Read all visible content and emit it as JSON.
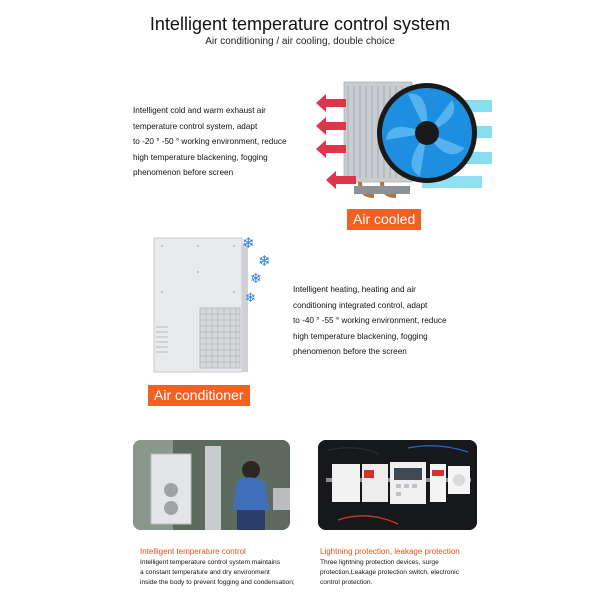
{
  "header": {
    "title": "Intelligent temperature control system",
    "subtitle": "Air conditioning / air cooling, double choice"
  },
  "feature_air_cooled": {
    "lines": [
      "Intelligent cold and warm exhaust air",
      "temperature control system, adapt",
      "to -20 ° -50 ° working environment, reduce",
      "high temperature blackening, fogging",
      "phenomenon before screen"
    ],
    "tag": "Air cooled"
  },
  "feature_air_conditioner": {
    "lines": [
      "Intelligent heating, heating and air",
      "conditioning integrated control, adapt",
      "to -40 ° -55 ° working environment, reduce",
      "high temperature blackening, fogging",
      "phenomenon before the screen"
    ],
    "tag": "Air conditioner"
  },
  "captions": [
    {
      "title": "Intelligent temperature control",
      "lines": [
        "Intelligent temperature control system maintains",
        "a constant temperature and dry environment",
        "inside the body to prevent fogging and condensation;"
      ]
    },
    {
      "title": "Lightning protection, leakage protection",
      "lines": [
        "Three lightning protection devices, surge",
        "protection,Leakage protection switch, electronic",
        "control protection."
      ]
    }
  ],
  "colors": {
    "accent": "#f26122",
    "caption_title": "#e0541b",
    "fan_blue": "#1e8fe0",
    "hot_arrow": "#e0344a",
    "cold_flow": "#5fd3ea"
  }
}
